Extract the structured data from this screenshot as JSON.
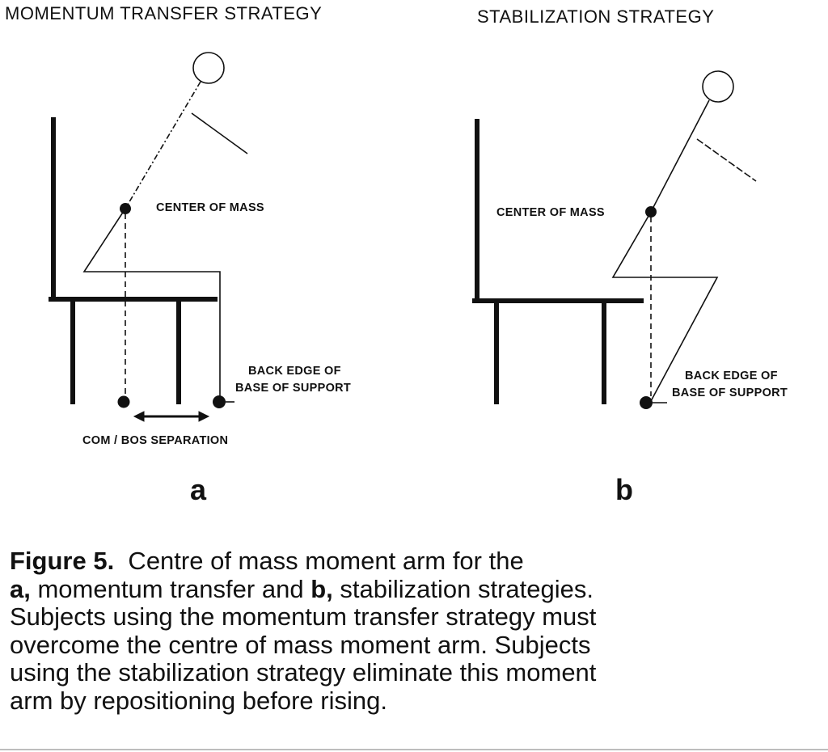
{
  "panel_a": {
    "title": "MOMENTUM TRANSFER STRATEGY",
    "center_of_mass_label": "CENTER OF MASS",
    "bos_label_line1": "BACK EDGE OF",
    "bos_label_line2": "BASE OF SUPPORT",
    "separation_label": "COM / BOS SEPARATION",
    "panel_letter": "a"
  },
  "panel_b": {
    "title": "STABILIZATION STRATEGY",
    "center_of_mass_label": "CENTER OF MASS",
    "bos_label_line1": "BACK EDGE OF",
    "bos_label_line2": "BASE OF SUPPORT",
    "panel_letter": "b"
  },
  "caption": {
    "figure_label": "Figure 5.",
    "line1_text": "  Centre of mass moment arm for the",
    "line2_a": "a,",
    "line2_mid": " momentum transfer and ",
    "line2_b": "b,",
    "line2_end": " stabilization strategies.",
    "line3": "Subjects using the momentum transfer strategy must",
    "line4": "overcome the centre of mass moment arm. Subjects",
    "line5": "using the stabilization strategy eliminate this moment",
    "line6": "arm by repositioning before rising."
  }
}
